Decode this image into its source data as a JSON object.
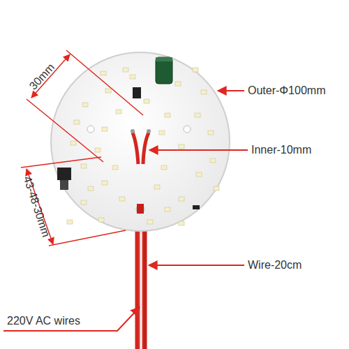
{
  "diagram": {
    "labels": [
      "30mm",
      "Outer-Φ100mm",
      "Inner-10mm",
      "43-48-30mm",
      "Wire-20cm",
      "220V AC wires"
    ]
  }
}
